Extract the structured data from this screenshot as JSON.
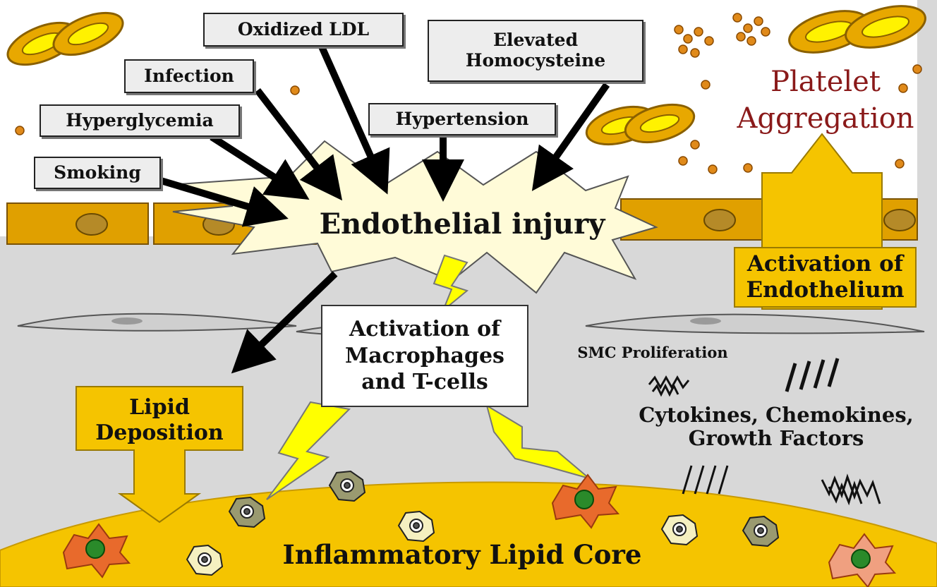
{
  "risk_factors": {
    "oxidized_ldl": "Oxidized LDL",
    "elevated_homocysteine": "Elevated Homocysteine",
    "infection": "Infection",
    "hyperglycemia": "Hyperglycemia",
    "hypertension": "Hypertension",
    "smoking": "Smoking"
  },
  "center": "Endothelial injury",
  "platelet_aggregation": "Platelet Aggregation",
  "activation_endothelium": "Activation of Endothelium",
  "activation_macrophages": "Activation of Macrophages and T-cells",
  "lipid_deposition": "Lipid Deposition",
  "smc_proliferation": "SMC Proliferation",
  "cytokines": "Cytokines, Chemokines, Growth Factors",
  "core": "Inflammatory Lipid Core",
  "colors": {
    "gold": "#f5c400",
    "endothelium": "#e0a000",
    "burst": "#fffbd8",
    "platelet_text": "#8a1a1a",
    "lumen_gray": "#d8d8d8",
    "macrophage": "#e86a2c"
  }
}
